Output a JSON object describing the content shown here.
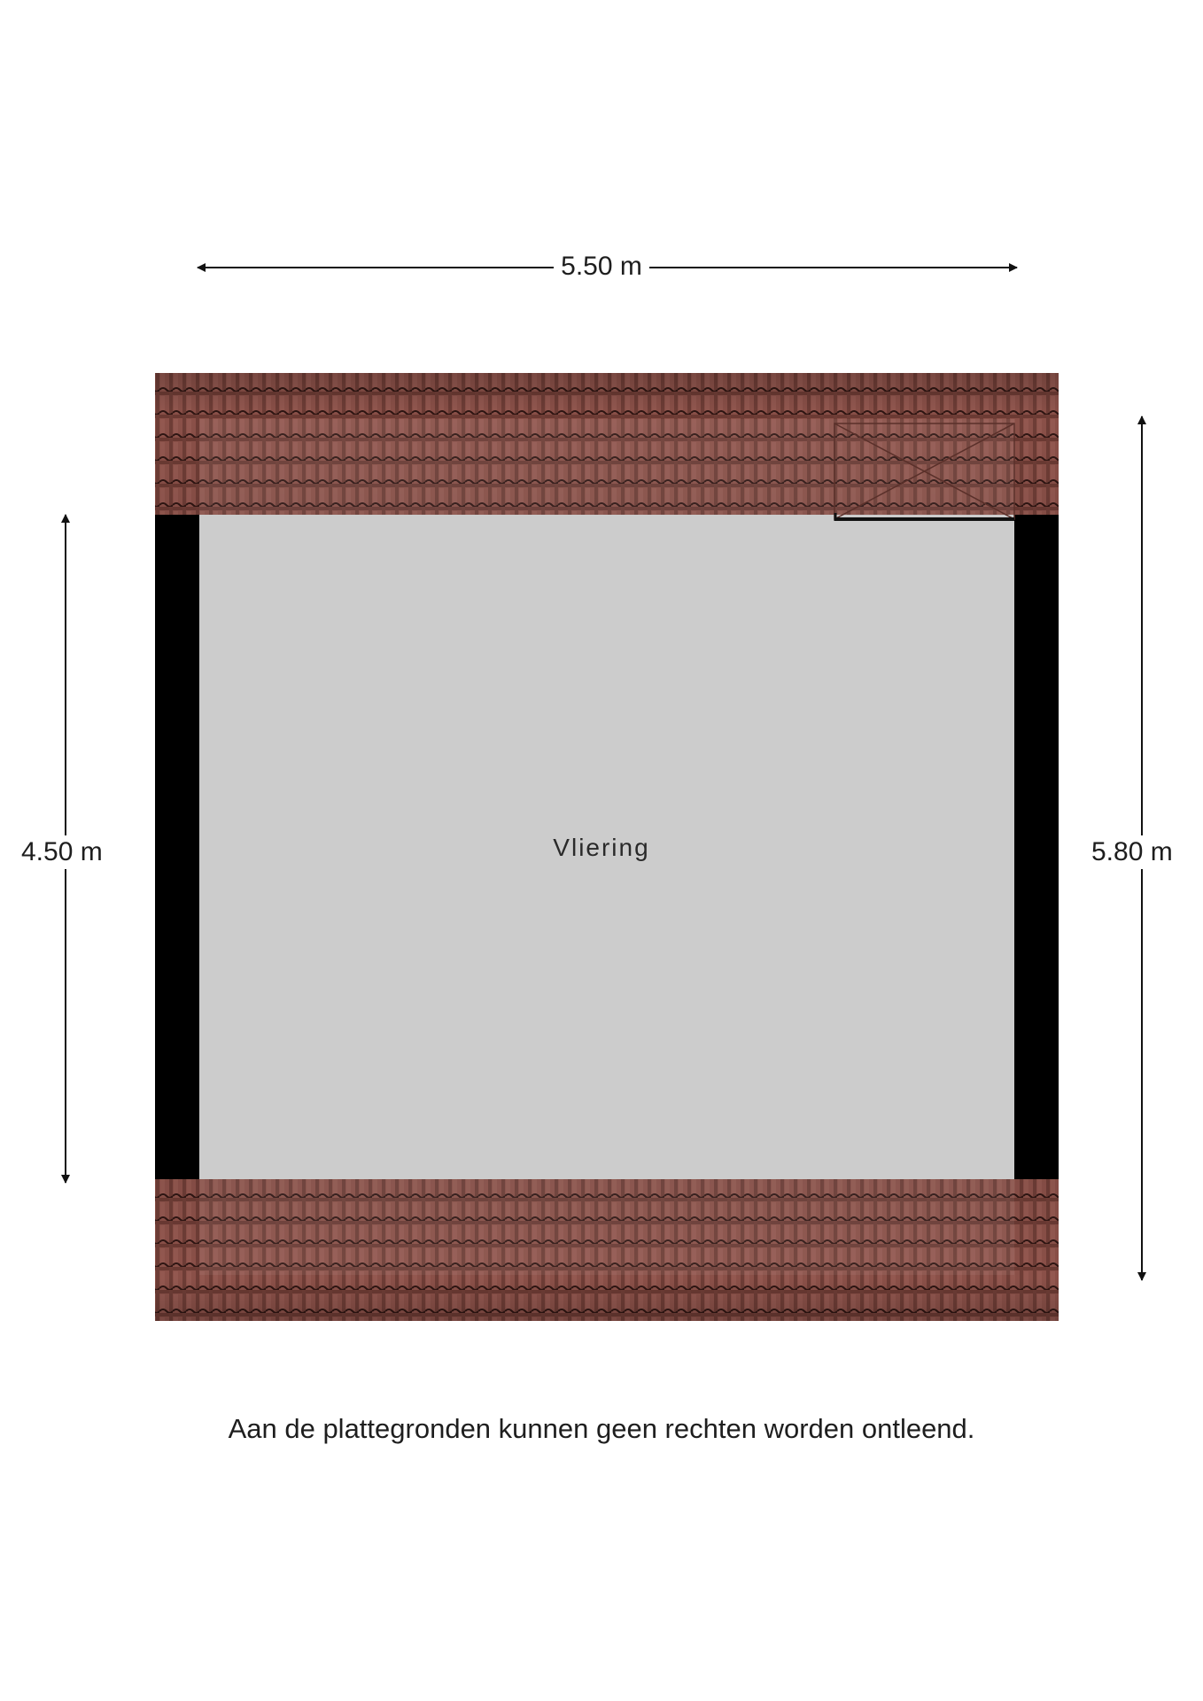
{
  "dimensions": {
    "width_label": "5.50 m",
    "inner_depth_label": "4.50 m",
    "outer_depth_label": "5.80 m"
  },
  "room": {
    "name": "Vliering"
  },
  "disclaimer": "Aan de plattegronden kunnen geen rechten worden ontleend.",
  "colors": {
    "tile_base": "#8a5048",
    "tile_dark": "#3a1c18",
    "floor": "#cccccc",
    "wall": "#000000"
  }
}
